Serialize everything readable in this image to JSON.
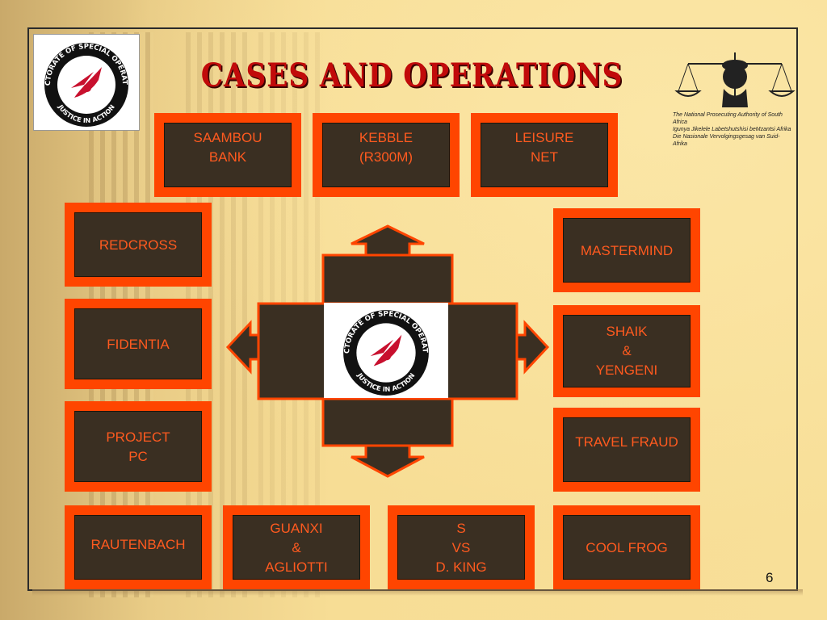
{
  "title": "CASES AND OPERATIONS",
  "logo": {
    "top_text": "DIRECTORATE OF SPECIAL OPERATIONS",
    "bottom_text": "JUSTICE IN ACTION"
  },
  "npa": {
    "lines": [
      "The National Prosecuting Authority of South Africa",
      "Igunya Jikelele Labetshutshisi beMzantsi Afrika",
      "Die Nasionale Vervolgingsgesag van Suid-Afrika"
    ]
  },
  "cases": {
    "saambou": [
      "SAAMBOU",
      "BANK"
    ],
    "kebble": [
      "KEBBLE",
      "(R300M)"
    ],
    "leisure": [
      "LEISURE",
      "NET"
    ],
    "redcross": [
      "REDCROSS"
    ],
    "fidentia": [
      "FIDENTIA"
    ],
    "project_pc": [
      "PROJECT",
      "PC"
    ],
    "rautenbach": [
      "RAUTENBACH"
    ],
    "guanxi": [
      "GUANXI",
      "&",
      "AGLIOTTI"
    ],
    "s_vs_king": [
      "S",
      "VS",
      "D. KING"
    ],
    "cool_frog": [
      "COOL FROG"
    ],
    "mastermind": [
      "MASTERMIND"
    ],
    "shaik": [
      "SHAIK",
      "&",
      "YENGENI"
    ],
    "travel_fraud": [
      "TRAVEL FRAUD"
    ]
  },
  "page_number": "6",
  "colors": {
    "accent": "#ff4500",
    "box_fill": "#3a2f22",
    "title": "#c10a0a",
    "background": "#f5d98a"
  }
}
